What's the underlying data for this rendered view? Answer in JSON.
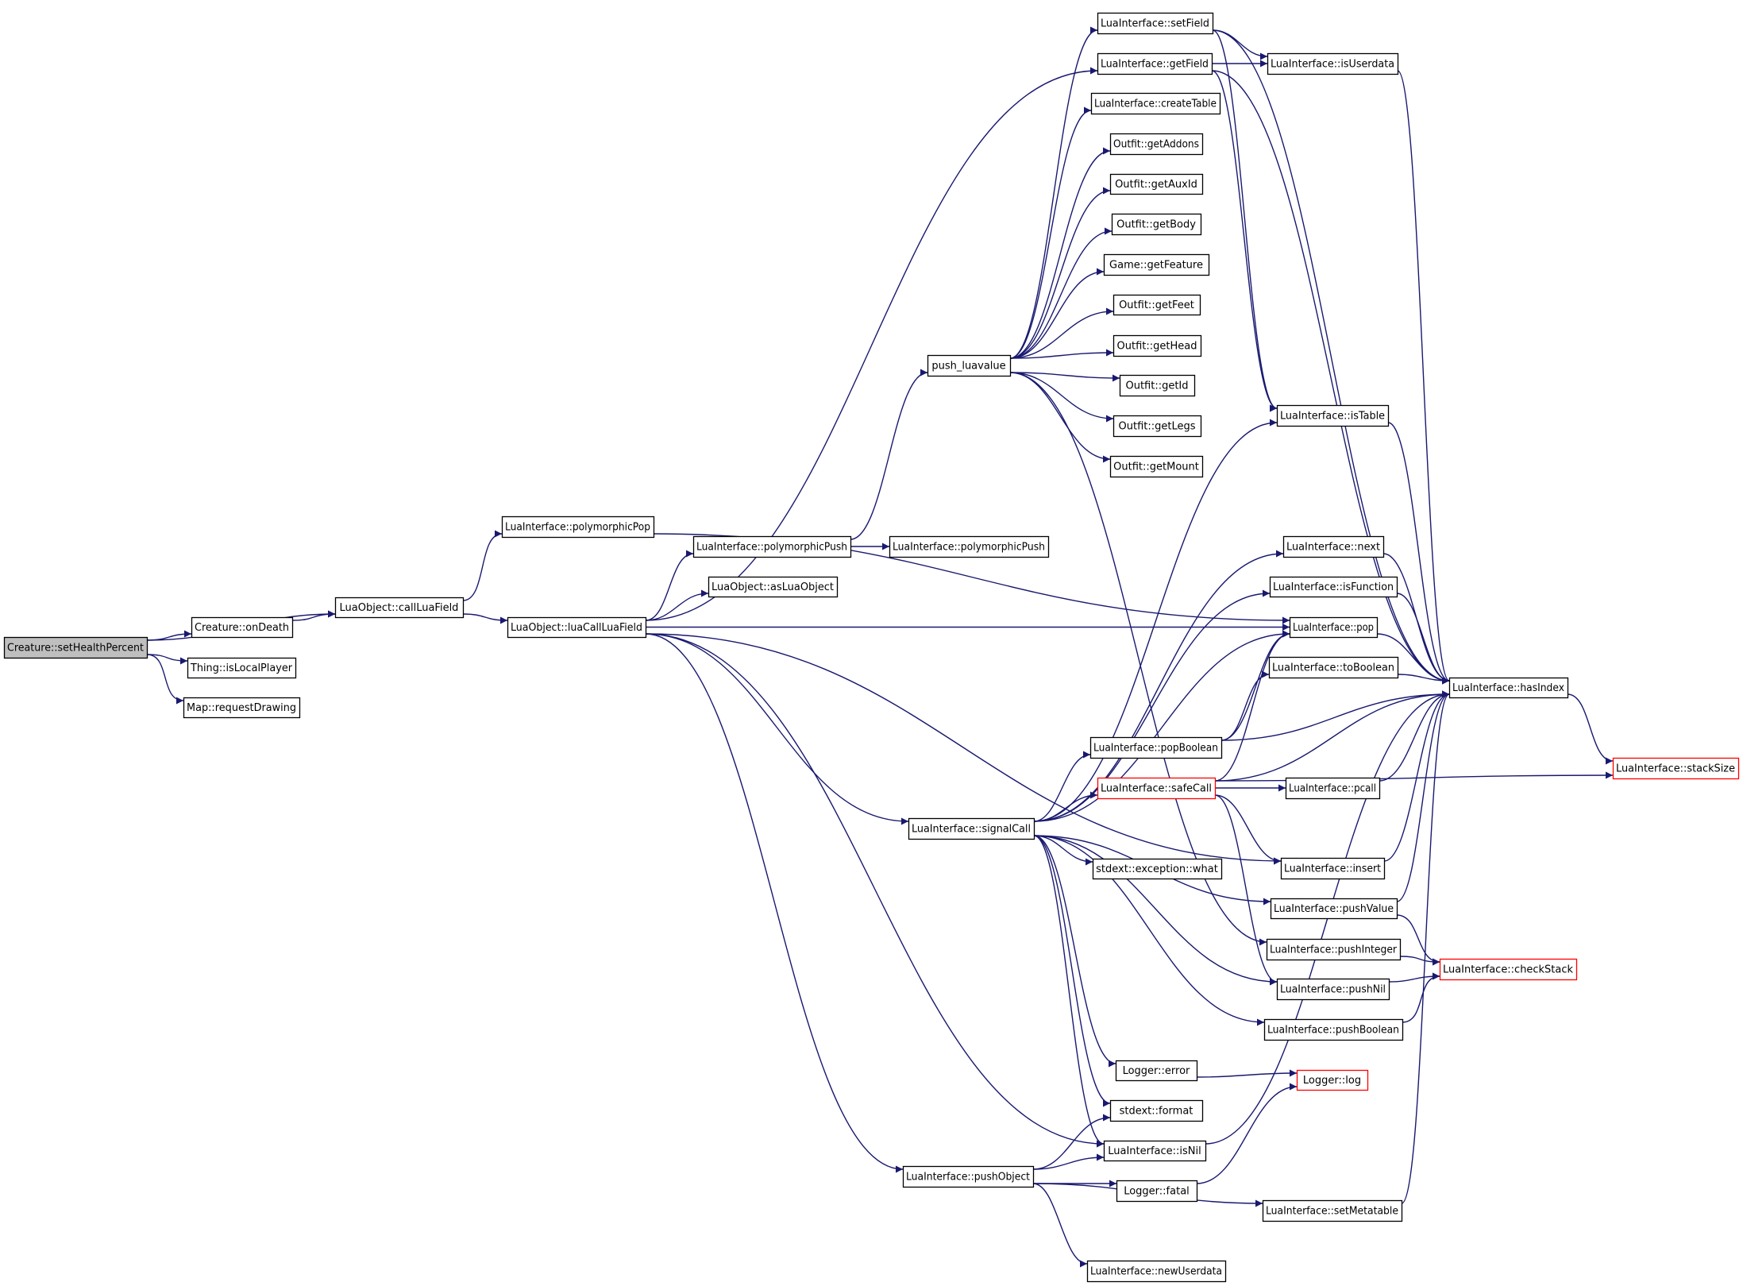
{
  "colors": {
    "edge": "#191970",
    "box_border": "#000000",
    "truncated_border": "#ff0000",
    "root_fill": "#bfbfbf",
    "node_fill": "#ffffff"
  },
  "nodes": {
    "setHealthPercent": {
      "label": "Creature::setHealthPercent",
      "kind": "root"
    },
    "onDeath": {
      "label": "Creature::onDeath"
    },
    "isLocalPlayer": {
      "label": "Thing::isLocalPlayer"
    },
    "requestDrawing": {
      "label": "Map::requestDrawing"
    },
    "callLuaField": {
      "label": "LuaObject::callLuaField"
    },
    "luaCallLuaField": {
      "label": "LuaObject::luaCallLuaField"
    },
    "polymorphicPop": {
      "label": "LuaInterface::polymorphicPop"
    },
    "polymorphicPush1": {
      "label": "LuaInterface::polymorphicPush"
    },
    "polymorphicPush2": {
      "label": "LuaInterface::polymorphicPush"
    },
    "asLuaObject": {
      "label": "LuaObject::asLuaObject"
    },
    "push_luavalue": {
      "label": "push_luavalue"
    },
    "setField": {
      "label": "LuaInterface::setField"
    },
    "getField": {
      "label": "LuaInterface::getField"
    },
    "createTable": {
      "label": "LuaInterface::createTable"
    },
    "getAddons": {
      "label": "Outfit::getAddons"
    },
    "getAuxId": {
      "label": "Outfit::getAuxId"
    },
    "getBody": {
      "label": "Outfit::getBody"
    },
    "getFeature": {
      "label": "Game::getFeature"
    },
    "getFeet": {
      "label": "Outfit::getFeet"
    },
    "getHead": {
      "label": "Outfit::getHead"
    },
    "getId": {
      "label": "Outfit::getId"
    },
    "getLegs": {
      "label": "Outfit::getLegs"
    },
    "getMount": {
      "label": "Outfit::getMount"
    },
    "isUserdata": {
      "label": "LuaInterface::isUserdata"
    },
    "isTable": {
      "label": "LuaInterface::isTable"
    },
    "next": {
      "label": "LuaInterface::next"
    },
    "isFunction": {
      "label": "LuaInterface::isFunction"
    },
    "pop": {
      "label": "LuaInterface::pop"
    },
    "toBoolean": {
      "label": "LuaInterface::toBoolean"
    },
    "hasIndex": {
      "label": "LuaInterface::hasIndex"
    },
    "popBoolean": {
      "label": "LuaInterface::popBoolean"
    },
    "stackSize": {
      "label": "LuaInterface::stackSize",
      "kind": "truncated"
    },
    "safeCall": {
      "label": "LuaInterface::safeCall",
      "kind": "truncated"
    },
    "pcall": {
      "label": "LuaInterface::pcall"
    },
    "signalCall": {
      "label": "LuaInterface::signalCall"
    },
    "what": {
      "label": "stdext::exception::what"
    },
    "insert": {
      "label": "LuaInterface::insert"
    },
    "pushValue": {
      "label": "LuaInterface::pushValue"
    },
    "pushInteger": {
      "label": "LuaInterface::pushInteger"
    },
    "checkStack": {
      "label": "LuaInterface::checkStack",
      "kind": "truncated"
    },
    "pushNil": {
      "label": "LuaInterface::pushNil"
    },
    "pushBoolean": {
      "label": "LuaInterface::pushBoolean"
    },
    "error": {
      "label": "Logger::error"
    },
    "log": {
      "label": "Logger::log",
      "kind": "truncated"
    },
    "format": {
      "label": "stdext::format"
    },
    "isNil": {
      "label": "LuaInterface::isNil"
    },
    "pushObject": {
      "label": "LuaInterface::pushObject"
    },
    "fatal": {
      "label": "Logger::fatal"
    },
    "setMetatable": {
      "label": "LuaInterface::setMetatable"
    },
    "newUserdata": {
      "label": "LuaInterface::newUserdata"
    }
  },
  "edges": [
    [
      "setHealthPercent",
      "callLuaField"
    ],
    [
      "setHealthPercent",
      "onDeath"
    ],
    [
      "setHealthPercent",
      "isLocalPlayer"
    ],
    [
      "setHealthPercent",
      "requestDrawing"
    ],
    [
      "onDeath",
      "callLuaField"
    ],
    [
      "callLuaField",
      "polymorphicPop"
    ],
    [
      "callLuaField",
      "luaCallLuaField"
    ],
    [
      "polymorphicPop",
      "pop"
    ],
    [
      "luaCallLuaField",
      "getField"
    ],
    [
      "luaCallLuaField",
      "polymorphicPush1"
    ],
    [
      "luaCallLuaField",
      "asLuaObject"
    ],
    [
      "luaCallLuaField",
      "pop"
    ],
    [
      "luaCallLuaField",
      "signalCall"
    ],
    [
      "luaCallLuaField",
      "insert"
    ],
    [
      "luaCallLuaField",
      "isNil"
    ],
    [
      "luaCallLuaField",
      "pushObject"
    ],
    [
      "polymorphicPush1",
      "push_luavalue"
    ],
    [
      "polymorphicPush1",
      "polymorphicPush2"
    ],
    [
      "push_luavalue",
      "setField"
    ],
    [
      "push_luavalue",
      "createTable"
    ],
    [
      "push_luavalue",
      "getAddons"
    ],
    [
      "push_luavalue",
      "getAuxId"
    ],
    [
      "push_luavalue",
      "getBody"
    ],
    [
      "push_luavalue",
      "getFeature"
    ],
    [
      "push_luavalue",
      "getFeet"
    ],
    [
      "push_luavalue",
      "getHead"
    ],
    [
      "push_luavalue",
      "getId"
    ],
    [
      "push_luavalue",
      "getLegs"
    ],
    [
      "push_luavalue",
      "getMount"
    ],
    [
      "push_luavalue",
      "pushInteger"
    ],
    [
      "setField",
      "isUserdata"
    ],
    [
      "setField",
      "isTable"
    ],
    [
      "setField",
      "hasIndex"
    ],
    [
      "getField",
      "isUserdata"
    ],
    [
      "getField",
      "isTable"
    ],
    [
      "getField",
      "hasIndex"
    ],
    [
      "isUserdata",
      "hasIndex"
    ],
    [
      "isTable",
      "hasIndex"
    ],
    [
      "next",
      "hasIndex"
    ],
    [
      "isFunction",
      "hasIndex"
    ],
    [
      "pop",
      "hasIndex"
    ],
    [
      "toBoolean",
      "hasIndex"
    ],
    [
      "popBoolean",
      "toBoolean"
    ],
    [
      "popBoolean",
      "pop"
    ],
    [
      "popBoolean",
      "hasIndex"
    ],
    [
      "safeCall",
      "pop"
    ],
    [
      "safeCall",
      "hasIndex"
    ],
    [
      "safeCall",
      "pcall"
    ],
    [
      "safeCall",
      "stackSize"
    ],
    [
      "safeCall",
      "insert"
    ],
    [
      "safeCall",
      "pushNil"
    ],
    [
      "pcall",
      "hasIndex"
    ],
    [
      "hasIndex",
      "stackSize"
    ],
    [
      "signalCall",
      "isTable"
    ],
    [
      "signalCall",
      "next"
    ],
    [
      "signalCall",
      "isFunction"
    ],
    [
      "signalCall",
      "pop"
    ],
    [
      "signalCall",
      "popBoolean"
    ],
    [
      "signalCall",
      "safeCall"
    ],
    [
      "signalCall",
      "what"
    ],
    [
      "signalCall",
      "pushValue"
    ],
    [
      "signalCall",
      "pushNil"
    ],
    [
      "signalCall",
      "pushBoolean"
    ],
    [
      "signalCall",
      "error"
    ],
    [
      "signalCall",
      "format"
    ],
    [
      "signalCall",
      "isNil"
    ],
    [
      "insert",
      "hasIndex"
    ],
    [
      "pushValue",
      "hasIndex"
    ],
    [
      "pushValue",
      "checkStack"
    ],
    [
      "pushInteger",
      "checkStack"
    ],
    [
      "pushNil",
      "checkStack"
    ],
    [
      "pushBoolean",
      "checkStack"
    ],
    [
      "error",
      "log"
    ],
    [
      "fatal",
      "log"
    ],
    [
      "isNil",
      "hasIndex"
    ],
    [
      "pushObject",
      "format"
    ],
    [
      "pushObject",
      "isNil"
    ],
    [
      "pushObject",
      "fatal"
    ],
    [
      "pushObject",
      "setMetatable"
    ],
    [
      "pushObject",
      "newUserdata"
    ],
    [
      "setMetatable",
      "hasIndex"
    ]
  ]
}
